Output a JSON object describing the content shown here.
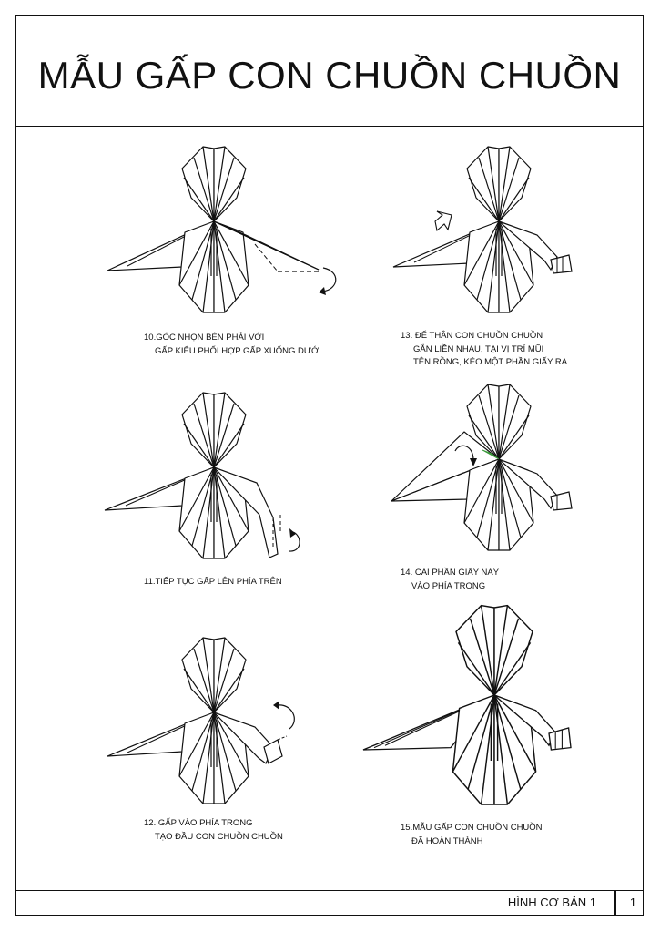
{
  "page": {
    "title": "MẪU GẤP CON CHUỒN CHUỒN",
    "footer_label": "HÌNH CƠ BẢN 1",
    "page_number": "1"
  },
  "steps": [
    {
      "lines": [
        "10.GÓC NHỌN BÊN PHẢI VỚI",
        "GẤP KIỂU PHỐI HỢP GẤP XUỐNG DƯỚI"
      ]
    },
    {
      "lines": [
        "11.TIẾP TỤC GẤP LÊN PHÍA TRÊN"
      ]
    },
    {
      "lines": [
        "12. GẤP VÀO PHÍA TRONG",
        "TẠO ĐẦU CON CHUỒN CHUỒN"
      ]
    },
    {
      "lines": [
        "13. ĐỂ THÂN CON CHUỒN CHUỒN",
        "GẮN LIỀN NHAU, TẠI VỊ TRÍ MŨI",
        "TÊN RỒNG, KÉO MỘT PHẦN GIẤY RA."
      ]
    },
    {
      "lines": [
        "14. CÀI PHẦN GIẤY NÀY",
        "VÀO PHÍA TRONG"
      ]
    },
    {
      "lines": [
        "15.MẪU GẤP CON CHUỒN CHUỒN",
        "ĐÃ HOÀN THÀNH"
      ]
    }
  ],
  "colors": {
    "line": "#111111",
    "highlight": "#3a9a3a"
  }
}
